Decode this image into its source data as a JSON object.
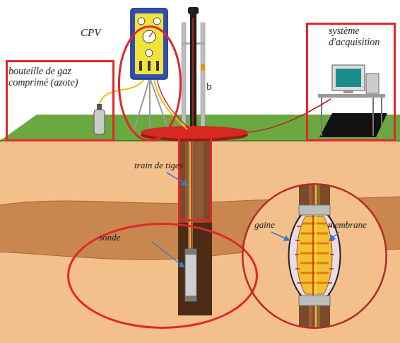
{
  "diagram": {
    "nodes": [
      {
        "text": [
          "CPV"
        ]
      },
      {
        "text": [
          "bouteille de gaz comprimé (azote)"
        ]
      },
      {
        "text": [
          "système d'acquisition"
        ]
      },
      {
        "text": [
          "train de tiges"
        ]
      },
      {
        "text": [
          "sonde"
        ]
      },
      {
        "text": [
          "gaine",
          "membrane"
        ]
      }
    ],
    "labels": [
      "b"
    ]
  }
}
